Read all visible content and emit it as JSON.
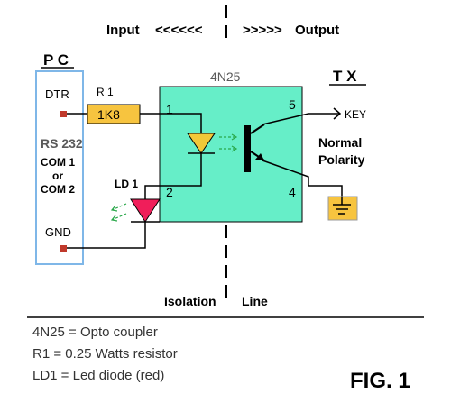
{
  "header": {
    "input": "Input",
    "input_arrows": "<<<<<<",
    "output_arrows": ">>>>>",
    "output": "Output"
  },
  "pc": {
    "title": "P C",
    "dtr": "DTR",
    "rs232": "RS 232",
    "com1": "COM 1",
    "or": "or",
    "com2": "COM 2",
    "gnd": "GND"
  },
  "r1": {
    "name": "R 1",
    "value": "1K8"
  },
  "chip": {
    "name": "4N25",
    "pin1": "1",
    "pin2": "2",
    "pin4": "4",
    "pin5": "5"
  },
  "ld1": {
    "name": "LD 1"
  },
  "tx": {
    "title": "T X",
    "key": "KEY",
    "normal": "Normal",
    "polarity": "Polarity"
  },
  "isolation": {
    "left": "Isolation",
    "right": "Line"
  },
  "legend": {
    "line1": "4N25 = Opto coupler",
    "line2": "R1 = 0.25 Watts resistor",
    "line3": "LD1 = Led diode (red)"
  },
  "figure_label": "FIG. 1",
  "colors": {
    "chip_fill": "#66eec8",
    "resistor_fill": "#f7c43f",
    "led_inner": "#f2c838",
    "led_red": "#f01e5a",
    "ground_fill": "#f7c43f",
    "pc_border": "#7fb7e8",
    "emission": "#2aa84a"
  }
}
